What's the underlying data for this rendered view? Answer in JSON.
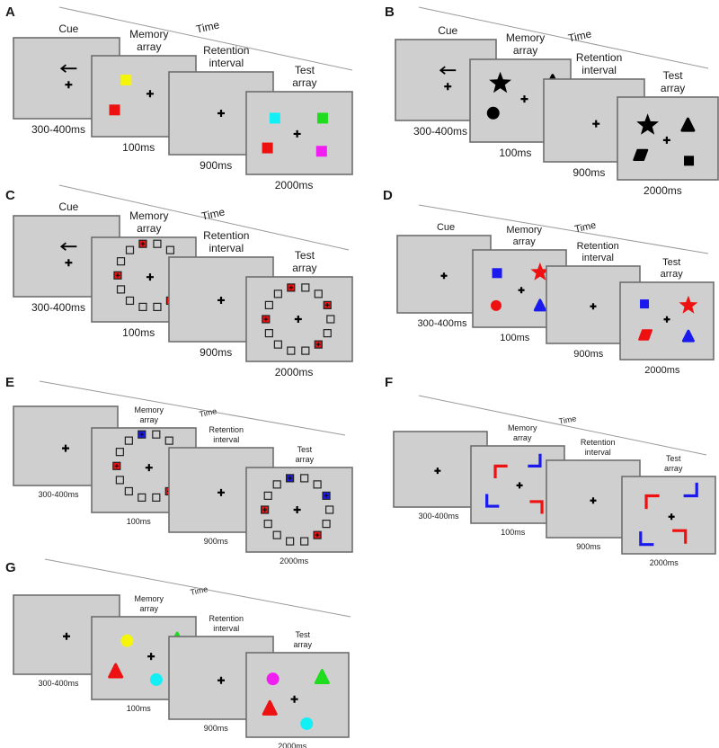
{
  "colors": {
    "screen": "#cfcfcf",
    "yellow": "#f5f50a",
    "green": "#1fdc1f",
    "red": "#ee1111",
    "magenta": "#f01ef0",
    "cyan": "#12f0f5",
    "blue": "#1a1aee",
    "black": "#000000"
  },
  "panels": [
    {
      "letter": "A",
      "time": "Time",
      "screens": [
        {
          "above": [
            "Cue"
          ],
          "below": "300-400ms"
        },
        {
          "above": [
            "Memory",
            "array"
          ],
          "below": "100ms"
        },
        {
          "above": [
            "Retention",
            "interval"
          ],
          "below": "900ms"
        },
        {
          "above": [
            "Test",
            "array"
          ],
          "below": "2000ms"
        }
      ]
    },
    {
      "letter": "B",
      "time": "Time",
      "screens": [
        {
          "above": [
            "Cue"
          ],
          "below": "300-400ms"
        },
        {
          "above": [
            "Memory",
            "array"
          ],
          "below": "100ms"
        },
        {
          "above": [
            "Retention",
            "interval"
          ],
          "below": "900ms"
        },
        {
          "above": [
            "Test",
            "array"
          ],
          "below": "2000ms"
        }
      ]
    },
    {
      "letter": "C",
      "time": "Time",
      "screens": [
        {
          "above": [
            "Cue"
          ],
          "below": "300-400ms"
        },
        {
          "above": [
            "Memory",
            "array"
          ],
          "below": "100ms"
        },
        {
          "above": [
            "Retention",
            "interval"
          ],
          "below": "900ms"
        },
        {
          "above": [
            "Test",
            "array"
          ],
          "below": "2000ms"
        }
      ]
    },
    {
      "letter": "D",
      "time": "Time",
      "screens": [
        {
          "above": [
            "Cue"
          ],
          "below": "300-400ms"
        },
        {
          "above": [
            "Memory",
            "array"
          ],
          "below": "100ms"
        },
        {
          "above": [
            "Retention",
            "interval"
          ],
          "below": "900ms"
        },
        {
          "above": [
            "Test",
            "array"
          ],
          "below": "2000ms"
        }
      ]
    },
    {
      "letter": "E",
      "time": "Time",
      "screens": [
        {
          "above": [],
          "below": "300-400ms"
        },
        {
          "above": [
            "Memory",
            "array"
          ],
          "below": "100ms"
        },
        {
          "above": [
            "Retention",
            "interval"
          ],
          "below": "900ms"
        },
        {
          "above": [
            "Test",
            "array"
          ],
          "below": "2000ms"
        }
      ]
    },
    {
      "letter": "F",
      "time": "Time",
      "screens": [
        {
          "above": [],
          "below": "300-400ms"
        },
        {
          "above": [
            "Memory",
            "array"
          ],
          "below": "100ms"
        },
        {
          "above": [
            "Retention",
            "interval"
          ],
          "below": "900ms"
        },
        {
          "above": [
            "Test",
            "array"
          ],
          "below": "2000ms"
        }
      ]
    },
    {
      "letter": "G",
      "time": "Time",
      "screens": [
        {
          "above": [],
          "below": "300-400ms"
        },
        {
          "above": [
            "Memory",
            "array"
          ],
          "below": "100ms"
        },
        {
          "above": [
            "Retention",
            "interval"
          ],
          "below": "900ms"
        },
        {
          "above": [
            "Test",
            "array"
          ],
          "below": "2000ms"
        }
      ]
    }
  ]
}
